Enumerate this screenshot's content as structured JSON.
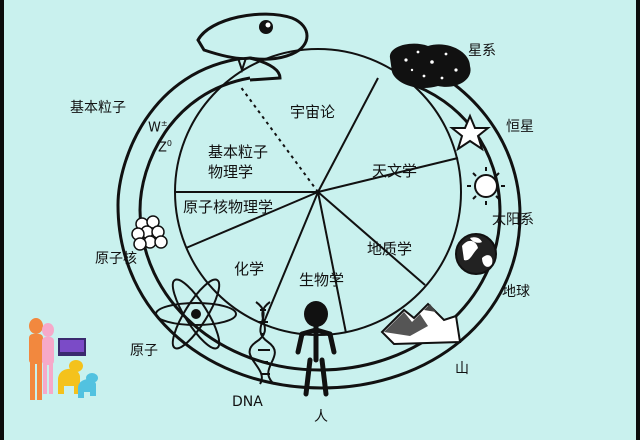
{
  "colors": {
    "background": "#c9f1ee",
    "line": "#111111",
    "frame": "#0c0c0c"
  },
  "sectors": {
    "cosmology": "宇宙论",
    "particle_physics_line1": "基本粒子",
    "particle_physics_line2": "物理学",
    "astronomy": "天文学",
    "nuclear_physics": "原子核物理学",
    "geology": "地质学",
    "chemistry": "化学",
    "biology": "生物学"
  },
  "outer_labels": {
    "elementary_particles": "基本粒子",
    "w_boson": "W",
    "w_sup": "±",
    "z_boson": "Z",
    "z_sup": "0",
    "galaxy": "星系",
    "star": "恒星",
    "solar_system": "太阳系",
    "earth": "地球",
    "mountain": "山",
    "human": "人",
    "dna": "DNA",
    "atom": "原子",
    "nucleus": "原子核"
  },
  "icons": [
    "snake-head-icon",
    "galaxy-icon",
    "star-icon",
    "sun-icon",
    "earth-icon",
    "mountain-icon",
    "human-icon",
    "dna-icon",
    "atom-icon",
    "nucleus-icon",
    "watermark-icon"
  ]
}
